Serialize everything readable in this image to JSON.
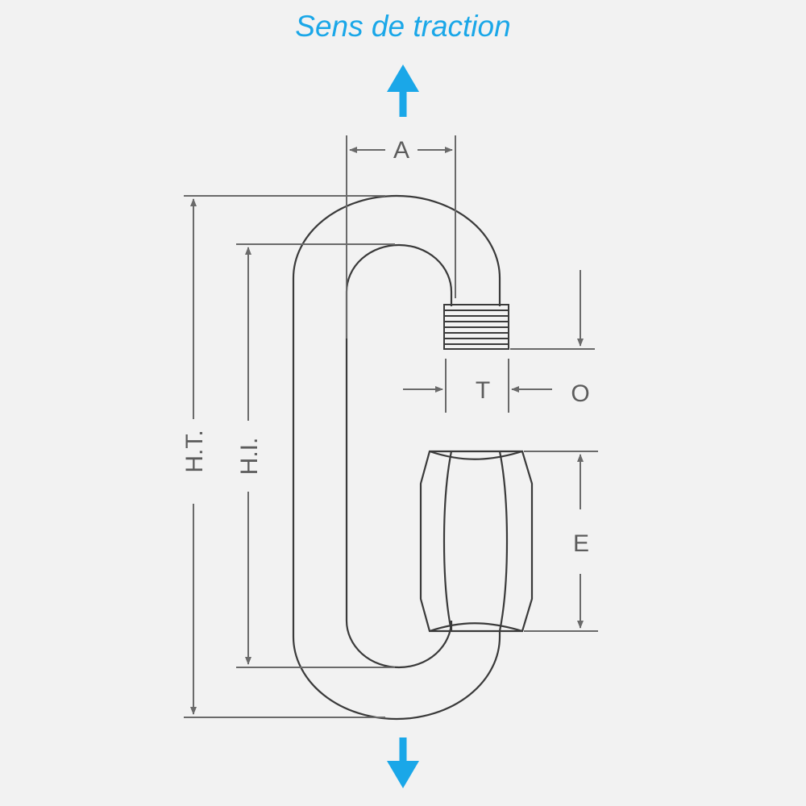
{
  "title": "Sens de traction",
  "labels": {
    "width_opening": "A",
    "total_height": "H.T.",
    "inner_height": "H.I.",
    "thread_diameter": "T",
    "opening": "O",
    "nut_length": "E"
  },
  "colors": {
    "accent": "#1aa7e8",
    "line": "#3a3a3a",
    "dimension": "#6a6a6a",
    "background": "#f2f2f2"
  }
}
